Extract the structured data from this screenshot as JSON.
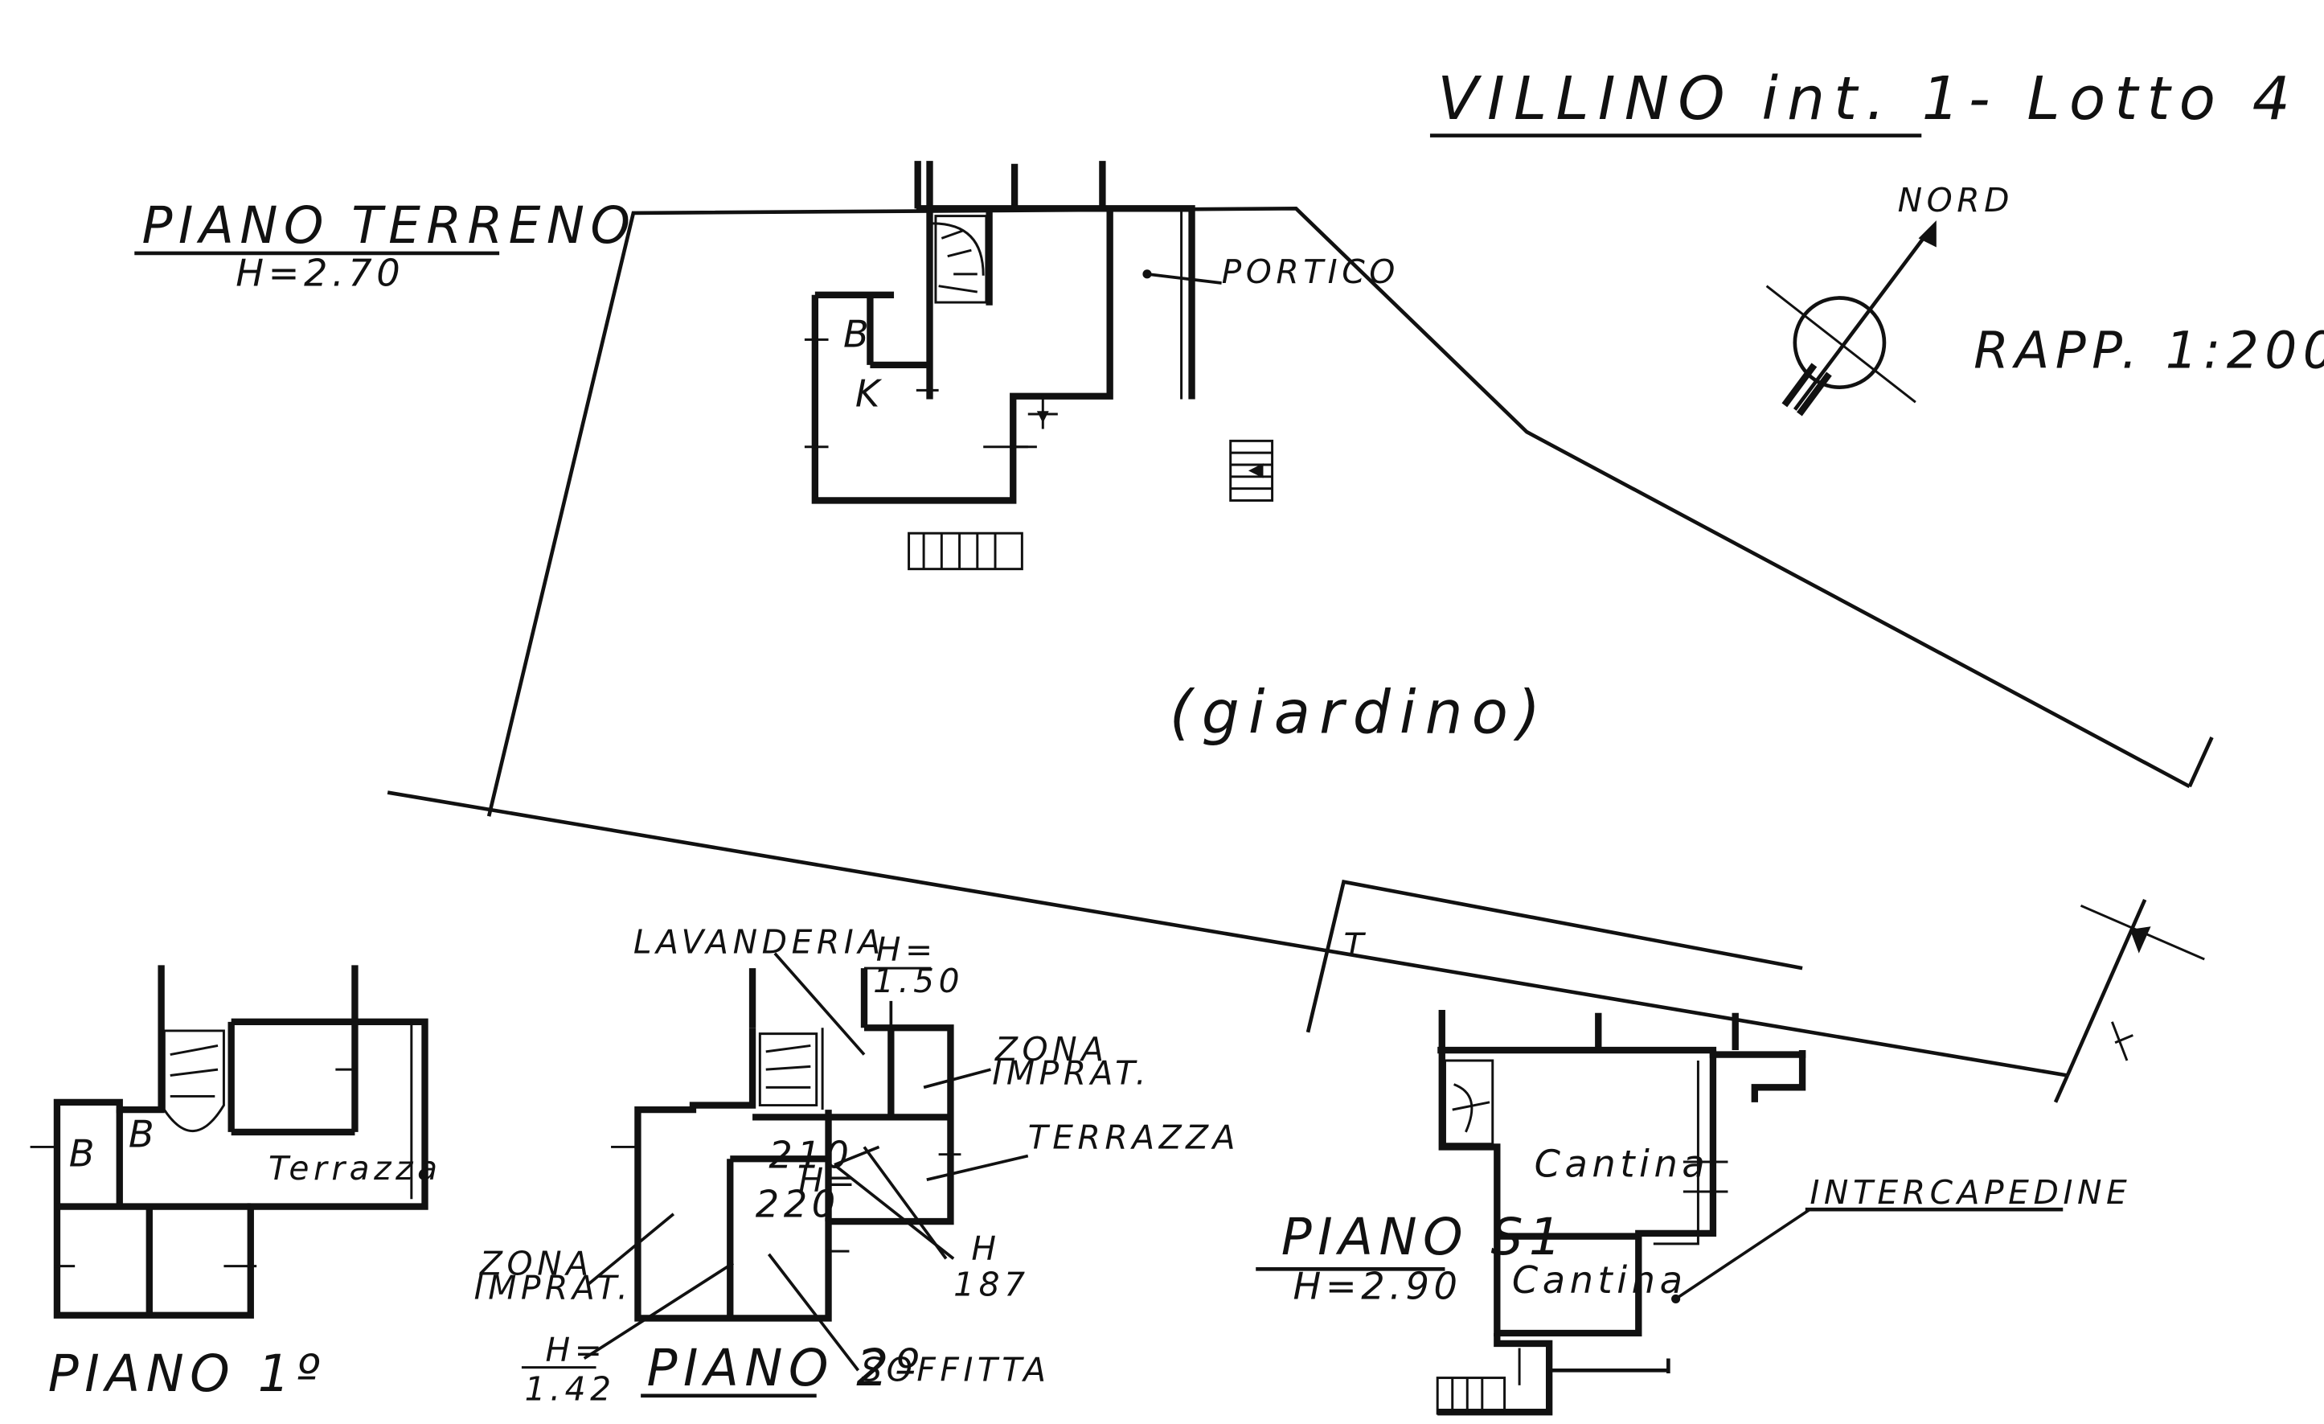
{
  "title": "VILLINO int. 1- Lotto 4",
  "north_label": "NORD",
  "scale": "RAPP. 1:200",
  "ground_floor": {
    "name": "PIANO TERRENO",
    "height": "H=2.70",
    "rooms": {
      "bath": "B",
      "kitchen": "K",
      "porch": "PORTICO"
    },
    "garden": "(giardino)"
  },
  "first_floor": {
    "name": "PIANO 1º",
    "rooms": {
      "bath_1": "B",
      "bath_2": "B",
      "terrace": "Terrazza"
    }
  },
  "second_floor": {
    "name": "PIANO 2º",
    "labels": {
      "laundry": "LAVANDERIA",
      "h_150_prefix": "H=",
      "h_150_value": "1.50",
      "zona_imprat_right_1": "ZONA",
      "zona_imprat_right_2": "IMPRAT.",
      "terrace": "TERRAZZA",
      "dim_210": "210",
      "h_220_prefix": "H=",
      "h_220_value": "220",
      "h_187_prefix": "H",
      "h_187_value": "187",
      "zona_imprat_left_1": "ZONA",
      "zona_imprat_left_2": "IMPRAT.",
      "h_142_prefix": "H=",
      "h_142_value": "1.42",
      "attic": "SOFFITTA"
    }
  },
  "basement": {
    "name": "PIANO S1",
    "height": "H=2.90",
    "rooms": {
      "cellar_1": "Cantina",
      "cellar_2": "Cantina"
    },
    "cavity": "INTERCAPEDINE"
  }
}
